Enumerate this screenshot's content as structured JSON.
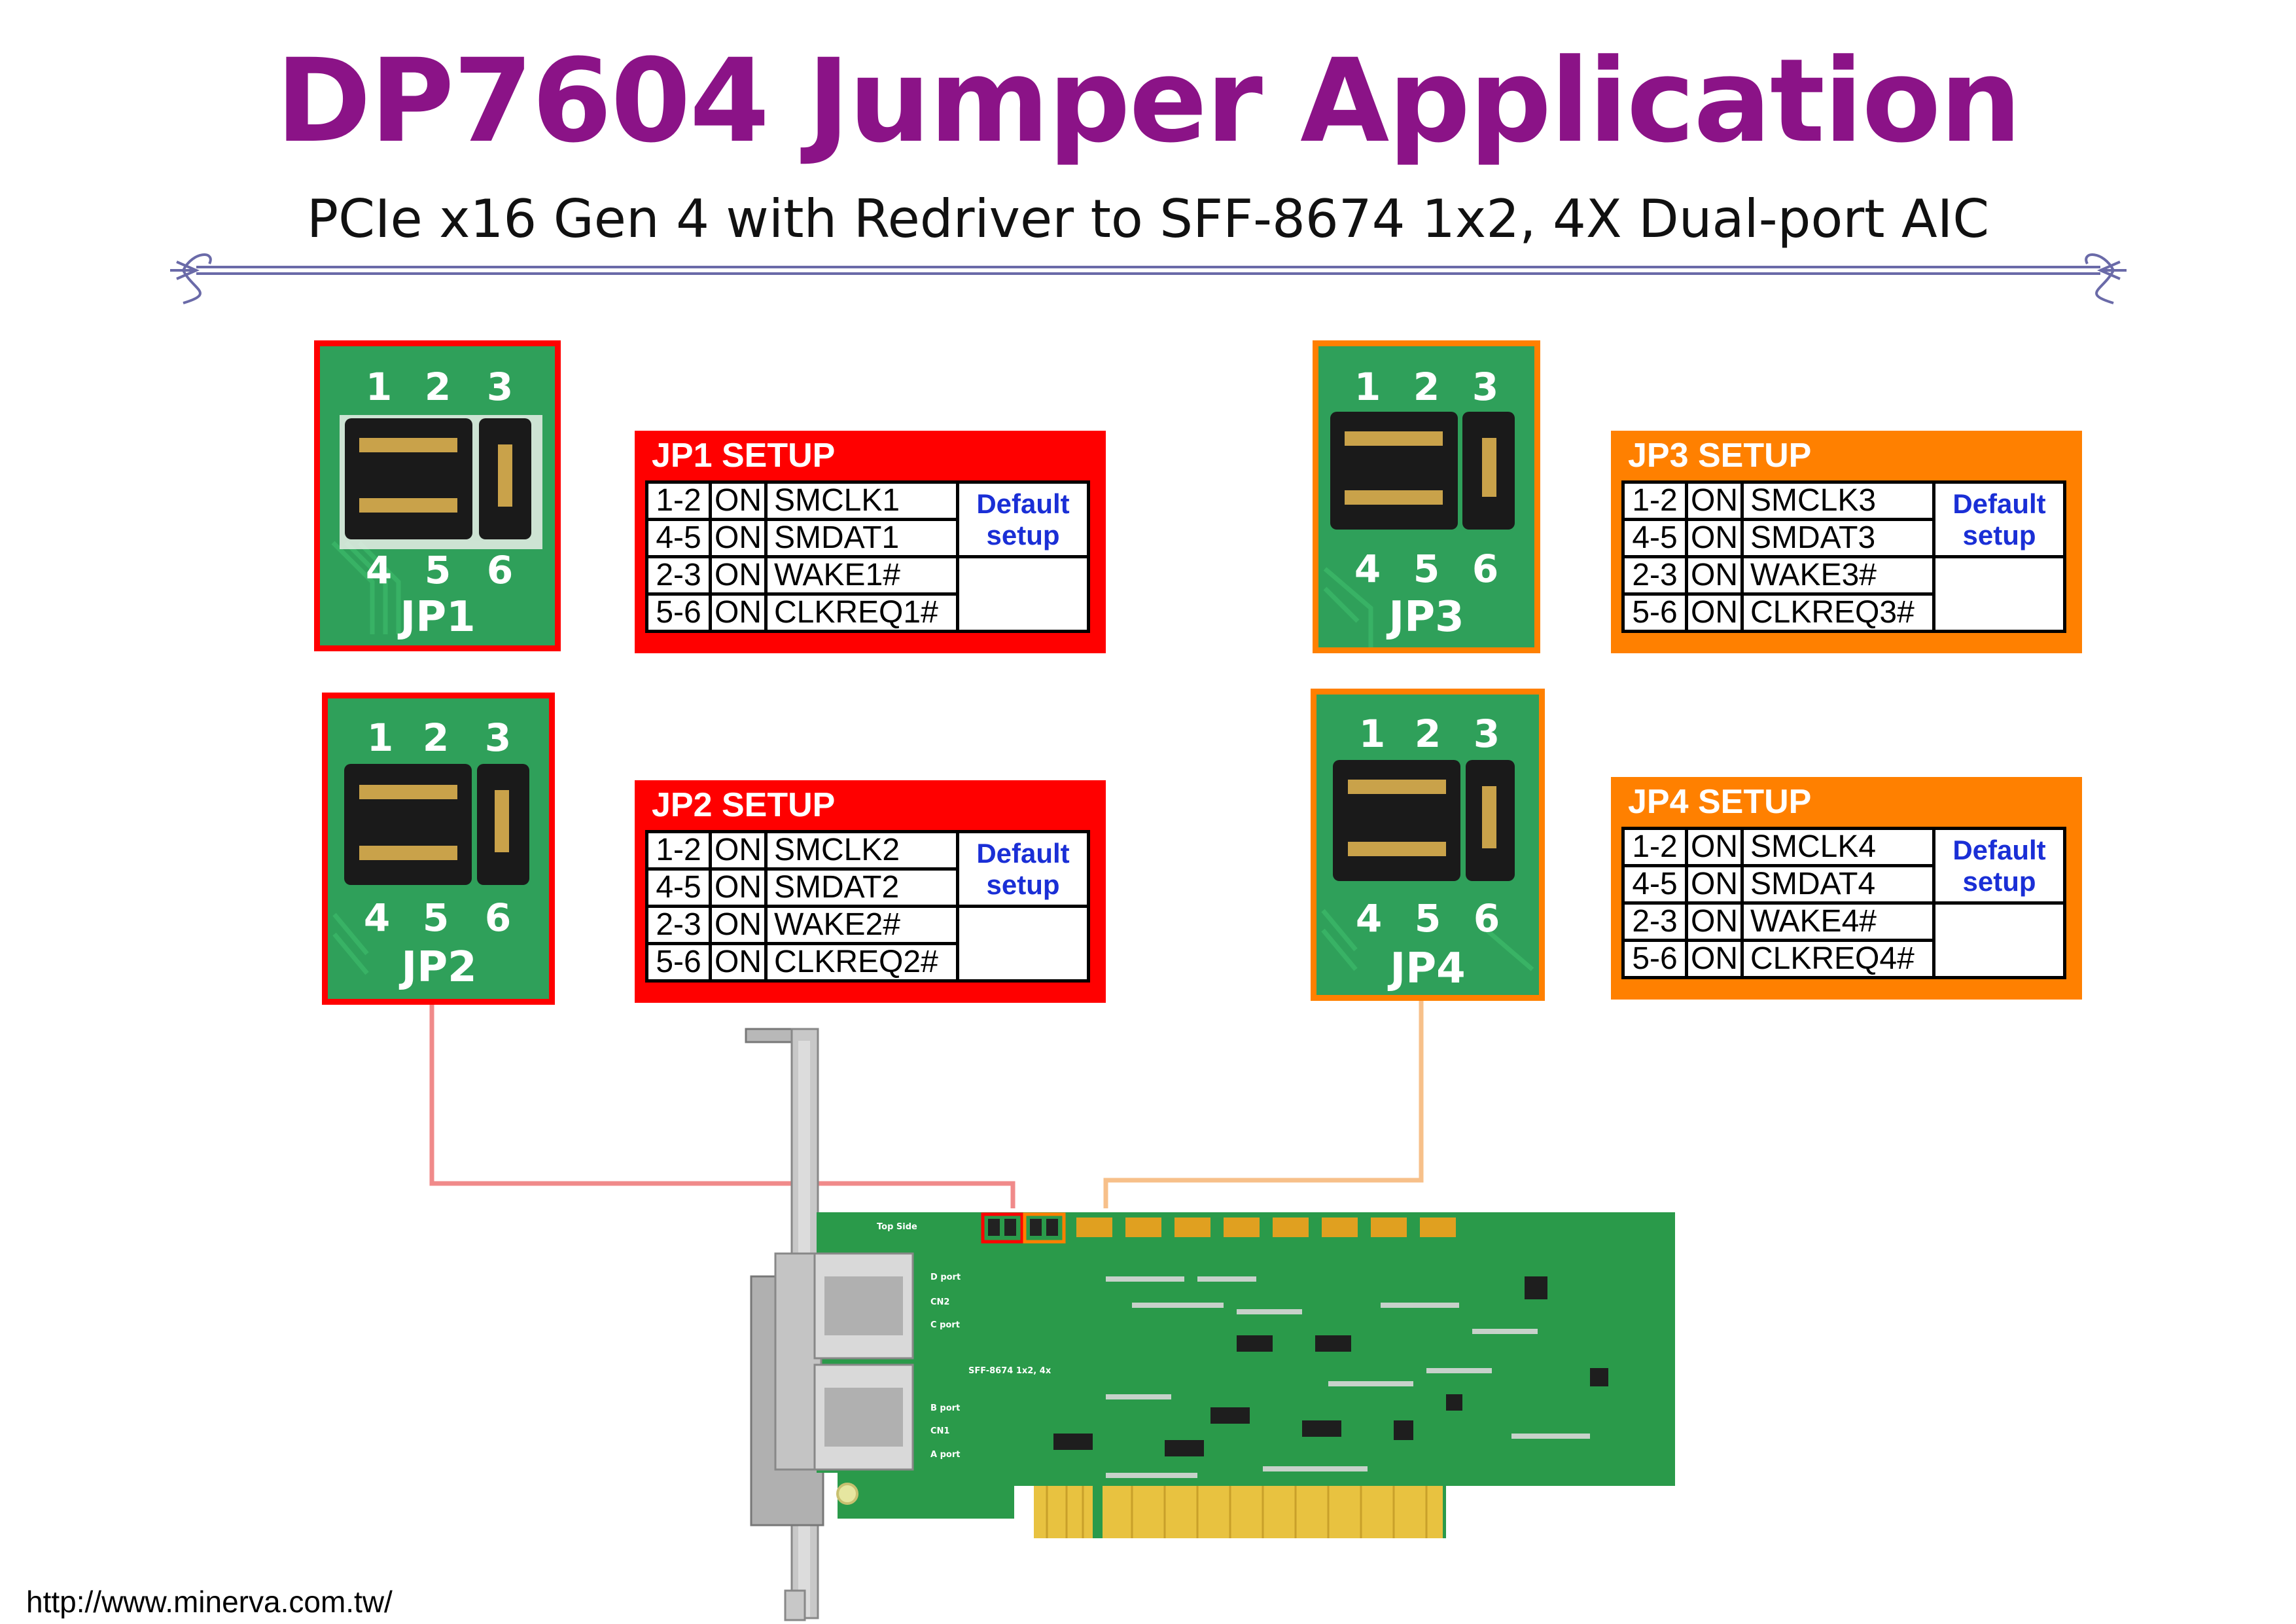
{
  "title": "DP7604 Jumper Application",
  "subtitle": "PCIe x16 Gen 4 with Redriver to SFF-8674 1x2, 4X Dual-port AIC",
  "footer_url": "http://www.minerva.com.tw/",
  "colors": {
    "title": "#8b1387",
    "jp1_jp2_accent": "#ff0000",
    "jp3_jp4_accent": "#ff8000",
    "default_text": "#1a2fd6",
    "pcb_green": "#2a9a4a"
  },
  "jumpers": [
    {
      "id": "JP1",
      "label": "JP1",
      "pins_top": [
        "1",
        "2",
        "3"
      ],
      "pins_bottom": [
        "4",
        "5",
        "6"
      ]
    },
    {
      "id": "JP2",
      "label": "JP2",
      "pins_top": [
        "1",
        "2",
        "3"
      ],
      "pins_bottom": [
        "4",
        "5",
        "6"
      ]
    },
    {
      "id": "JP3",
      "label": "JP3",
      "pins_top": [
        "1",
        "2",
        "3"
      ],
      "pins_bottom": [
        "4",
        "5",
        "6"
      ]
    },
    {
      "id": "JP4",
      "label": "JP4",
      "pins_top": [
        "1",
        "2",
        "3"
      ],
      "pins_bottom": [
        "4",
        "5",
        "6"
      ]
    }
  ],
  "setups": {
    "jp1": {
      "title": "JP1 SETUP",
      "default_label_1": "Default",
      "default_label_2": "setup",
      "rows": [
        {
          "pins": "1-2",
          "state": "ON",
          "signal": "SMCLK1"
        },
        {
          "pins": "4-5",
          "state": "ON",
          "signal": "SMDAT1"
        },
        {
          "pins": "2-3",
          "state": "ON",
          "signal": "WAKE1#"
        },
        {
          "pins": "5-6",
          "state": "ON",
          "signal": "CLKREQ1#"
        }
      ]
    },
    "jp2": {
      "title": "JP2 SETUP",
      "default_label_1": "Default",
      "default_label_2": "setup",
      "rows": [
        {
          "pins": "1-2",
          "state": "ON",
          "signal": "SMCLK2"
        },
        {
          "pins": "4-5",
          "state": "ON",
          "signal": "SMDAT2"
        },
        {
          "pins": "2-3",
          "state": "ON",
          "signal": "WAKE2#"
        },
        {
          "pins": "5-6",
          "state": "ON",
          "signal": "CLKREQ2#"
        }
      ]
    },
    "jp3": {
      "title": "JP3 SETUP",
      "default_label_1": "Default",
      "default_label_2": "setup",
      "rows": [
        {
          "pins": "1-2",
          "state": "ON",
          "signal": "SMCLK3"
        },
        {
          "pins": "4-5",
          "state": "ON",
          "signal": "SMDAT3"
        },
        {
          "pins": "2-3",
          "state": "ON",
          "signal": "WAKE3#"
        },
        {
          "pins": "5-6",
          "state": "ON",
          "signal": "CLKREQ3#"
        }
      ]
    },
    "jp4": {
      "title": "JP4 SETUP",
      "default_label_1": "Default",
      "default_label_2": "setup",
      "rows": [
        {
          "pins": "1-2",
          "state": "ON",
          "signal": "SMCLK4"
        },
        {
          "pins": "4-5",
          "state": "ON",
          "signal": "SMDAT4"
        },
        {
          "pins": "2-3",
          "state": "ON",
          "signal": "WAKE4#"
        },
        {
          "pins": "5-6",
          "state": "ON",
          "signal": "CLKREQ4#"
        }
      ]
    }
  },
  "board": {
    "silk_top_side": "Top Side",
    "silk_ports": [
      "D port",
      "CN2",
      "C port",
      "B port",
      "CN1",
      "A port"
    ],
    "silk_model": "SFF-8674 1x2, 4x"
  }
}
